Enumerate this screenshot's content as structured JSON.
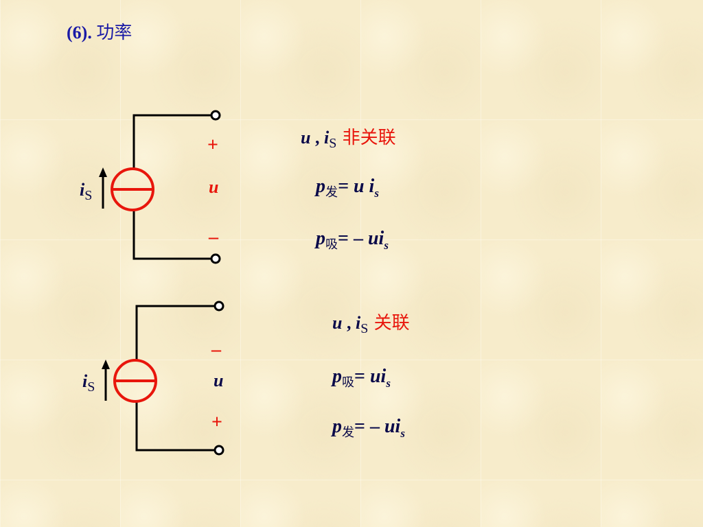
{
  "title": {
    "label": "(6).",
    "cjk": "功率"
  },
  "circuit1": {
    "plus": "+",
    "u": "u",
    "minus": "–",
    "source_label": {
      "i": "i",
      "sub": "S"
    }
  },
  "circuit2": {
    "minus": "–",
    "u": "u",
    "plus": "+",
    "source_label": {
      "i": "i",
      "sub": "S"
    }
  },
  "block1": {
    "heading": {
      "u": "u",
      "comma": " , ",
      "i": "i",
      "sub": "S",
      "relation": " 非关联"
    },
    "eq1": {
      "p": "p",
      "sub": "发",
      "rhs_a": "= u ",
      "i": "i",
      "isub": "s"
    },
    "eq2": {
      "p": "p",
      "sub": "吸",
      "rhs_a": "= – ",
      "ui": "ui",
      "isub": "s"
    }
  },
  "block2": {
    "heading": {
      "u": "u",
      "comma": " , ",
      "i": "i",
      "sub": "S",
      "relation": " 关联"
    },
    "eq1": {
      "p": "p",
      "sub": "吸",
      "rhs_a": "= ",
      "ui": "ui",
      "isub": "s"
    },
    "eq2": {
      "p": "p",
      "sub": "发",
      "rhs_a": "= – ",
      "ui": "ui",
      "isub": "s"
    }
  },
  "colors": {
    "accent_red": "#e8160c",
    "title_blue": "#1a1aa6",
    "ink": "#0a0a4a"
  }
}
